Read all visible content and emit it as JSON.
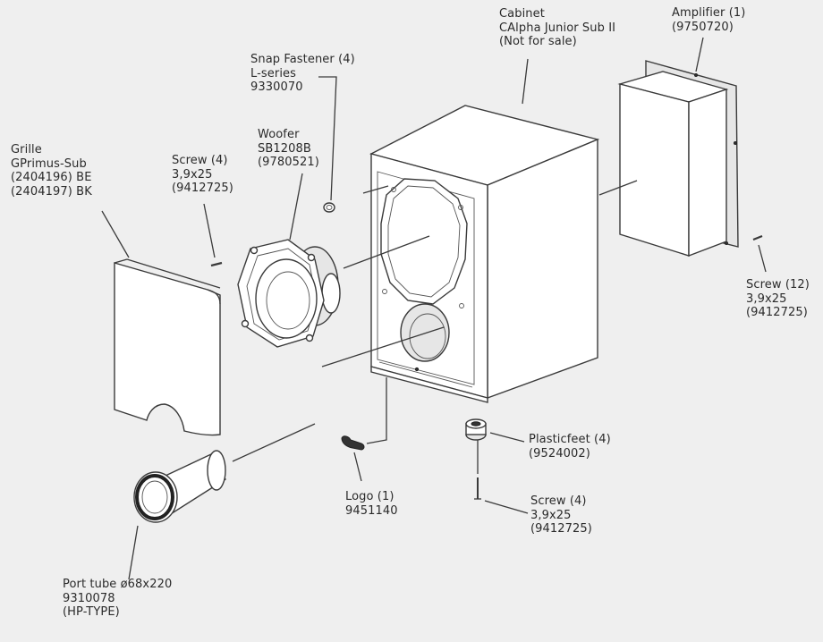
{
  "diagram": {
    "labels": {
      "cabinet": [
        "Cabinet",
        "CAlpha Junior Sub II",
        "(Not for sale)"
      ],
      "amplifier": [
        "Amplifier (1)",
        "(9750720)"
      ],
      "snap_fastener": [
        "Snap Fastener (4)",
        "L-series",
        "9330070"
      ],
      "woofer": [
        "Woofer",
        "SB1208B",
        "(9780521)"
      ],
      "screw_woofer": [
        "Screw (4)",
        "3,9x25",
        "(9412725)"
      ],
      "grille": [
        "Grille",
        "GPrimus-Sub",
        "(2404196) BE",
        "(2404197) BK"
      ],
      "screw_amp": [
        "Screw (12)",
        "3,9x25",
        "(9412725)"
      ],
      "plastic_feet": [
        "Plasticfeet (4)",
        "(9524002)"
      ],
      "screw_feet": [
        "Screw (4)",
        "3,9x25",
        "(9412725)"
      ],
      "logo": [
        "Logo (1)",
        "9451140"
      ],
      "port_tube": [
        "Port tube ø68x220",
        "9310078",
        "(HP-TYPE)"
      ]
    }
  }
}
